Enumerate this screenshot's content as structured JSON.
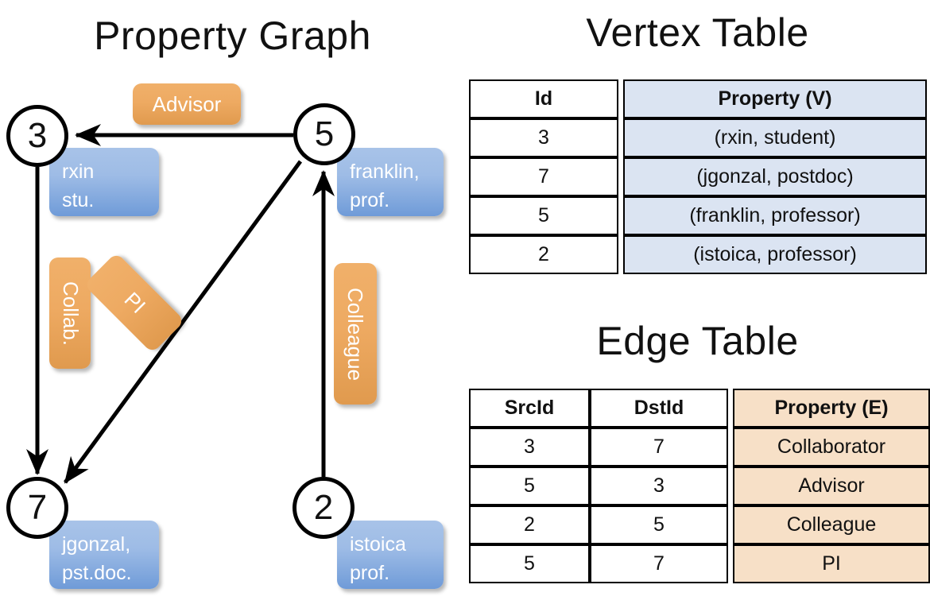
{
  "titles": {
    "property_graph": "Property Graph",
    "vertex_table": "Vertex Table",
    "edge_table": "Edge Table"
  },
  "graph": {
    "nodes": [
      {
        "id": "3",
        "property": "rxin\nstu."
      },
      {
        "id": "5",
        "property": "franklin,\nprof."
      },
      {
        "id": "7",
        "property": "jgonzal,\npst.doc."
      },
      {
        "id": "2",
        "property": "istoica\nprof."
      }
    ],
    "node_labels": {
      "n3": "3",
      "n5": "5",
      "n7": "7",
      "n2": "2"
    },
    "property_boxes": {
      "rxin_line1": "rxin",
      "rxin_line2": "stu.",
      "franklin_line1": "franklin,",
      "franklin_line2": "prof.",
      "jgonzal_line1": "jgonzal,",
      "jgonzal_line2": "pst.doc.",
      "istoica_line1": "istoica",
      "istoica_line2": "prof."
    },
    "edge_labels": {
      "advisor": "Advisor",
      "collab": "Collab.",
      "pi": "PI",
      "colleague": "Colleague"
    },
    "edges": [
      {
        "src": "5",
        "dst": "3",
        "label": "Advisor"
      },
      {
        "src": "3",
        "dst": "7",
        "label": "Collab."
      },
      {
        "src": "5",
        "dst": "7",
        "label": "PI"
      },
      {
        "src": "2",
        "dst": "5",
        "label": "Colleague"
      }
    ]
  },
  "vertex_table": {
    "headers": [
      "Id",
      "Property (V)"
    ],
    "rows": [
      {
        "id": "3",
        "property": "(rxin, student)"
      },
      {
        "id": "7",
        "property": "(jgonzal, postdoc)"
      },
      {
        "id": "5",
        "property": "(franklin, professor)"
      },
      {
        "id": "2",
        "property": "(istoica, professor)"
      }
    ]
  },
  "edge_table": {
    "headers": [
      "SrcId",
      "DstId",
      "Property (E)"
    ],
    "rows": [
      {
        "src": "3",
        "dst": "7",
        "property": "Collaborator"
      },
      {
        "src": "5",
        "dst": "3",
        "property": "Advisor"
      },
      {
        "src": "2",
        "dst": "5",
        "property": "Colleague"
      },
      {
        "src": "5",
        "dst": "7",
        "property": "PI"
      }
    ]
  },
  "colors": {
    "vertex_property_cell": "#dbe4f2",
    "edge_property_cell": "#f7e0c7",
    "node_property_box": "#8fb3e0",
    "edge_label_box": "#eeaa62",
    "stroke": "#000000",
    "background": "#ffffff"
  }
}
